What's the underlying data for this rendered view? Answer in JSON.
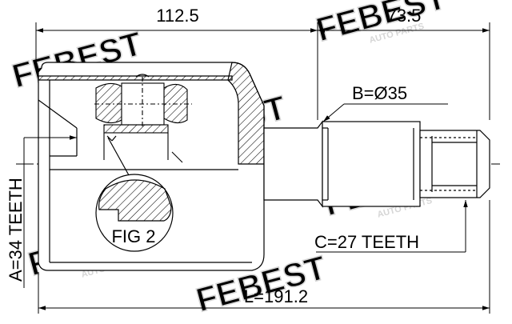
{
  "diagram": {
    "dim_top_left": "112.5",
    "dim_top_right": "73.5",
    "label_b": "B=Ø35",
    "label_c": "C=27 TEETH",
    "label_a": "A=34 TEETH",
    "label_l": "L=191.2",
    "fig_label": "FIG 2"
  },
  "watermark": {
    "brand": "FEBEST",
    "tagline": "AUTO PARTS"
  },
  "colors": {
    "line": "#000000",
    "watermark": "#d9d9d9",
    "background": "#ffffff"
  }
}
